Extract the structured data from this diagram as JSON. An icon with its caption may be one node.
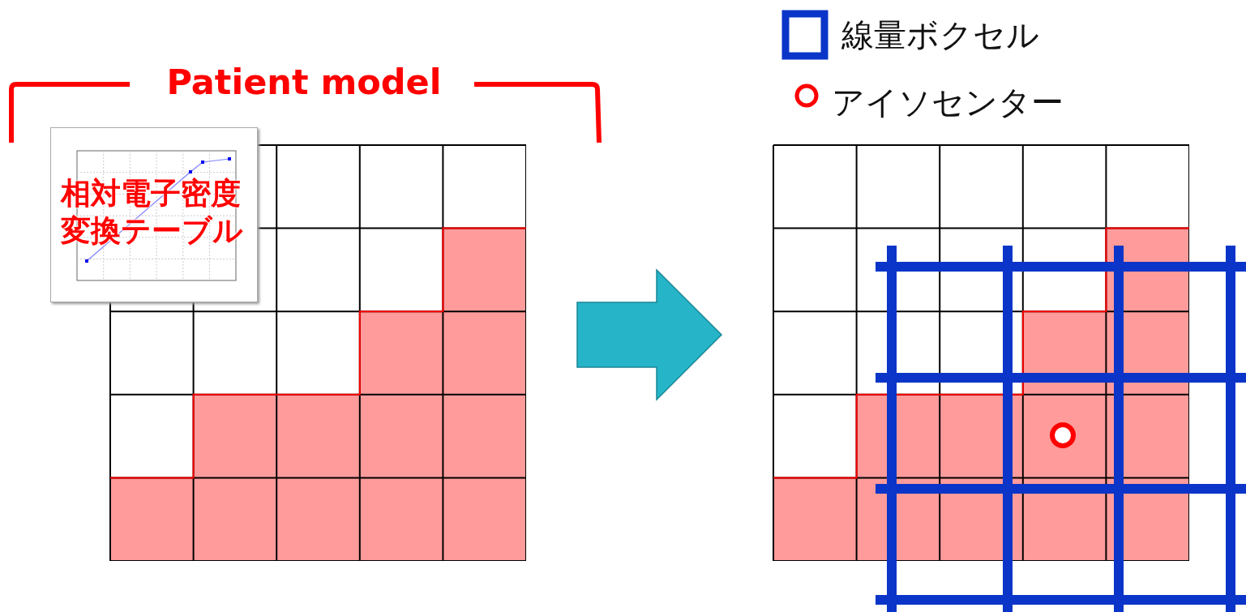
{
  "diagram": {
    "nodes": [
      {
        "text": [
          "相対電子密度変換テーブル"
        ]
      },
      {
        "text": [],
        "shape": "box"
      },
      {
        "text": [],
        "shape": "box"
      }
    ],
    "edges": [
      {
        "from": 1,
        "to": 2,
        "arrow": "to"
      }
    ],
    "labels": [
      "Patient model"
    ],
    "legend": [
      {
        "text": "線量ボクセル"
      },
      {
        "text": "アイソセンター"
      }
    ]
  }
}
